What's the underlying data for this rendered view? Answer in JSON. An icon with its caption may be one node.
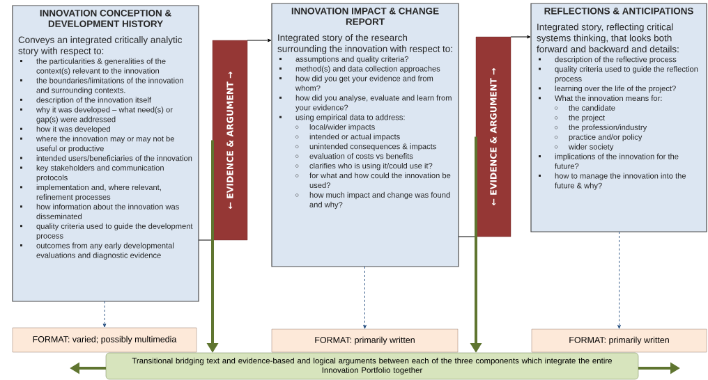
{
  "diagram": {
    "nodes": [
      {
        "text": [
          "INNOVATION CONCEPTION & DEVELOPMENT HISTORY",
          "Conveys an integrated critically analytic story with respect to:",
          "the particularities & generalities of the context(s) relevant to the innovation",
          "the boundaries/limitations of the innovation and surrounding contexts.",
          "description of the innovation itself",
          "why it was developed – what need(s) or gap(s) were addressed",
          "how it was developed",
          "where the innovation may or may not be useful or productive",
          "intended users/beneficiaries of the innovation",
          "key stakeholders and communication protocols",
          "implementation and, where relevant, refinement processes",
          "how information about the innovation was disseminated",
          "quality criteria used to guide the development process",
          "outcomes from any early developmental evaluations and diagnostic evidence"
        ]
      },
      {
        "text": [
          "← EVIDENCE & ARGUMENT →"
        ]
      },
      {
        "text": [
          "INNOVATION IMPACT & CHANGE REPORT",
          "Integrated story of the research surrounding the innovation with respect to:",
          "assumptions and quality criteria?",
          "method(s) and data collection approaches",
          "how did you get your evidence and from whom?",
          "how did you analyse, evaluate and learn from your evidence?",
          "using empirical data to address:",
          "local/wider impacts",
          "intended or actual impacts",
          "unintended consequences & impacts",
          "evaluation of costs vs benefits",
          "clarifies who is using it/could use it?",
          "for what and how could the innovation be used?",
          "how much impact and change was found and why?"
        ]
      },
      {
        "text": [
          "← EVIDENCE & ARGUMENT →"
        ]
      },
      {
        "text": [
          "REFLECTIONS & ANTICIPATIONS",
          "Integrated story, reflecting critical systems thinking, that looks both forward and backward and details:",
          "description of the reflective process",
          "quality criteria used to guide the reflection process",
          "learning over the life of the project?",
          "What the innovation means for:",
          "the candidate",
          "the project",
          "the profession/industry",
          "practice and/or policy",
          "wider society",
          "implications of the innovation for the future?",
          "how to manage the innovation into the future & why?"
        ]
      },
      {
        "text": [
          "FORMAT: varied; possibly multimedia"
        ]
      },
      {
        "text": [
          "FORMAT: primarily written"
        ]
      },
      {
        "text": [
          "FORMAT: primarily written"
        ]
      },
      {
        "text": [
          "Transitional bridging text and evidence-based and logical arguments between each of the three components which integrate the entire Innovation Portfolio together"
        ]
      }
    ],
    "edges": [
      {
        "from": 0,
        "to": 1,
        "arrow": "none"
      },
      {
        "from": 1,
        "to": 2,
        "arrow": "to"
      },
      {
        "from": 2,
        "to": 3,
        "arrow": "none"
      },
      {
        "from": 3,
        "to": 4,
        "arrow": "to"
      },
      {
        "from": 1,
        "to": 8,
        "arrow": "to",
        "style": "thick",
        "color": "#5f7530"
      },
      {
        "from": 3,
        "to": 8,
        "arrow": "to",
        "style": "thick",
        "color": "#5f7530"
      },
      {
        "from": 0,
        "to": 5,
        "arrow": "to",
        "style": "dashed",
        "color": "#1f497d"
      },
      {
        "from": 2,
        "to": 6,
        "arrow": "to",
        "style": "dashed",
        "color": "#1f497d"
      },
      {
        "from": 4,
        "to": 7,
        "arrow": "to",
        "style": "dashed",
        "color": "#1f497d"
      },
      {
        "from": 8,
        "to": null,
        "arrow": "to",
        "style": "thick",
        "color": "#5f7530"
      },
      {
        "from": 8,
        "to": null,
        "arrow": "to",
        "style": "thick",
        "color": "#5f7530"
      }
    ]
  }
}
